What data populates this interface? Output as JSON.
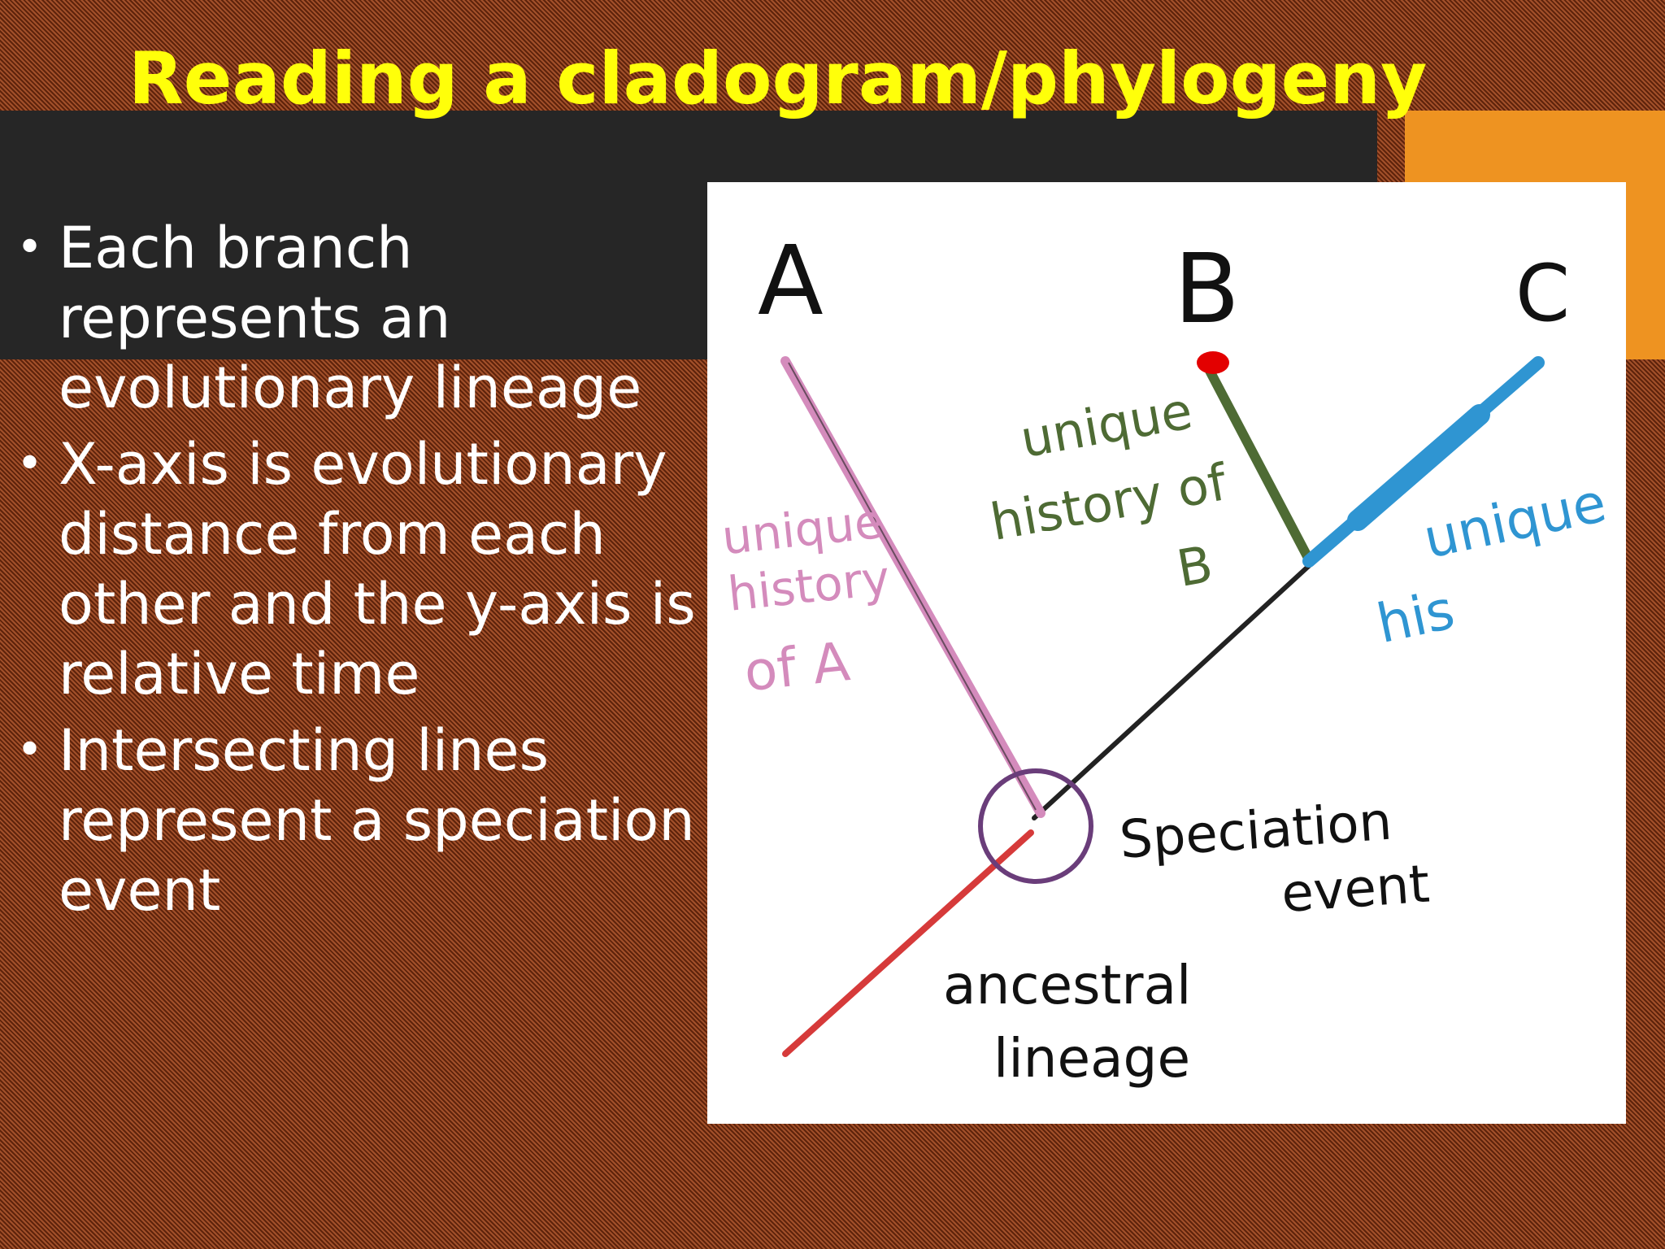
{
  "slide": {
    "title": "Reading a cladogram/phylogeny",
    "bullets": [
      {
        "marker": "•",
        "text": "Each branch represents an evolutionary lineage"
      },
      {
        "marker": "•",
        "text": "X-axis is evolutionary distance from each other and the y-axis is relative time"
      },
      {
        "marker": "•",
        "text": "Intersecting lines represent a speciation event"
      }
    ]
  },
  "diagram": {
    "taxa": {
      "a": "A",
      "b": "B",
      "c": "C"
    },
    "annotations": {
      "history_a": [
        "unique",
        "history",
        "of A"
      ],
      "history_b": [
        "unique",
        "history of",
        "B"
      ],
      "history_c": [
        "unique",
        "his"
      ],
      "speciation": [
        "Speciation",
        "event"
      ],
      "ancestral": [
        "ancestral",
        "lineage"
      ]
    },
    "colors": {
      "branch_a": "#d48bbc",
      "branch_b": "#4e6b34",
      "branch_c": "#2f95d2",
      "ancestral": "#d63a3a",
      "node_circle": "#6a3d7a",
      "main_line": "#222222",
      "branch_b_tip": "#e30000"
    }
  }
}
